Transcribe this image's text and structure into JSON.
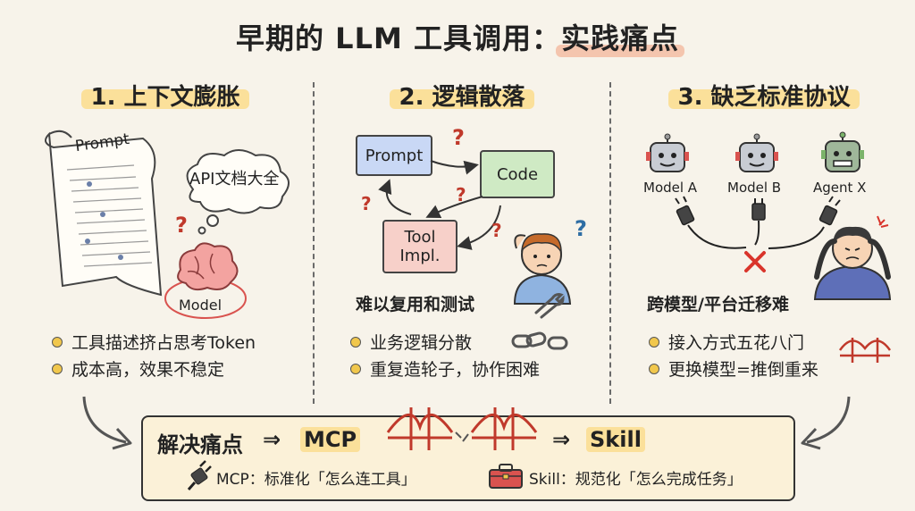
{
  "title": {
    "main": "早期的 LLM 工具调用：",
    "highlight": "实践痛点"
  },
  "columns": [
    {
      "heading": "1. 上下文膨胀",
      "scroll_label": "Prompt",
      "cloud_label": "API文档大全",
      "model_label": "Model",
      "bullets": [
        "工具描述挤占思考Token",
        "成本高，效果不稳定"
      ]
    },
    {
      "heading": "2. 逻辑散落",
      "box_prompt": "Prompt",
      "box_code": "Code",
      "box_tool": "Tool\nImpl.",
      "caption": "难以复用和测试",
      "bullets": [
        "业务逻辑分散",
        "重复造轮子，协作困难"
      ]
    },
    {
      "heading": "3. 缺乏标准协议",
      "robots": [
        "Model A",
        "Model B",
        "Agent X"
      ],
      "caption": "跨模型/平台迁移难",
      "bullets": [
        "接入方式五花八门",
        "更换模型=推倒重来"
      ]
    }
  ],
  "solution": {
    "lead": "解决痛点",
    "mcp": "MCP",
    "skill": "Skill",
    "mcp_desc": "MCP：标准化「怎么连工具」",
    "skill_desc": "Skill：规范化「怎么完成任务」"
  },
  "colors": {
    "highlight": "#fbe09a",
    "title_highlight": "#f3b59a",
    "bridge": "#c0392b",
    "prompt_box": "#c9d8f5",
    "code_box": "#cfeac4",
    "tool_box": "#f7d0c9"
  },
  "icons": [
    "brain-icon",
    "cloud-icon",
    "scroll-icon",
    "robot-icon",
    "plug-icon",
    "cross-icon",
    "chain-icon",
    "wrench-icon",
    "bridge-icon",
    "toolbox-icon",
    "question-mark-icon",
    "arrow-icon"
  ]
}
